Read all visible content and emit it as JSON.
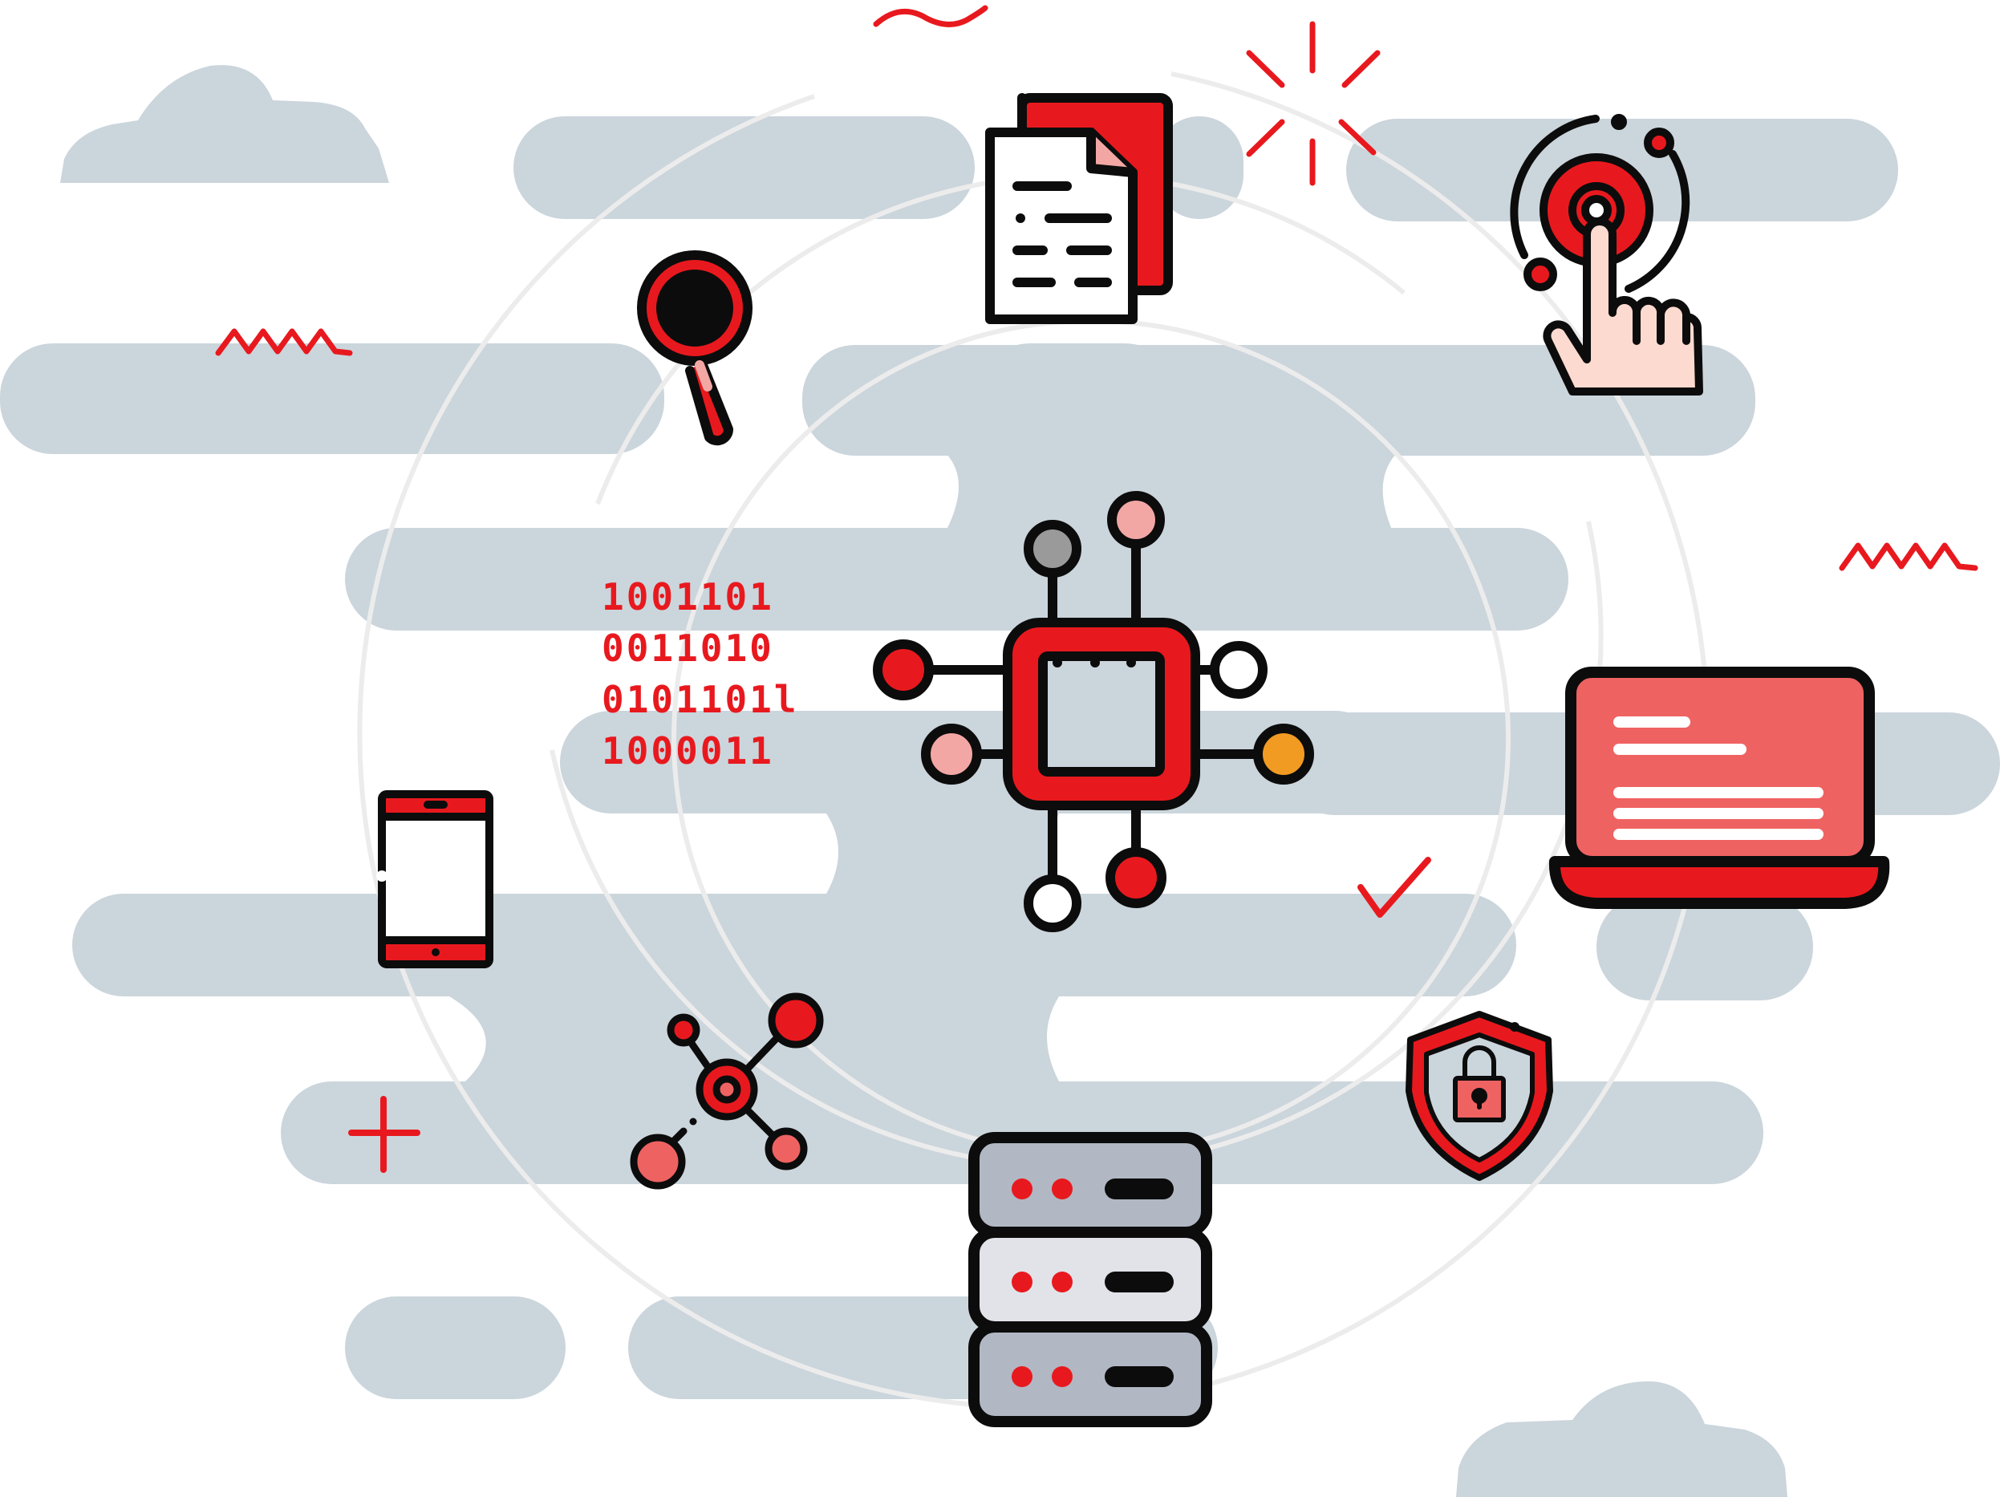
{
  "illustration": {
    "binary_rows": [
      "1001101",
      "0011010",
      "0101101l",
      "1000011"
    ],
    "icons": [
      "document-stack-icon",
      "magnifier-icon",
      "touch-target-icon",
      "microchip-network-icon",
      "smartphone-icon",
      "laptop-icon",
      "molecule-network-icon",
      "security-shield-icon",
      "server-rack-icon",
      "checkmark-icon",
      "plus-icon",
      "sparkle-icon"
    ],
    "colors": {
      "accent": "#e8191e",
      "accent_light": "#ef6262",
      "pink": "#f2a7a5",
      "cloud": "#cbd5dc",
      "outline": "#0c0c0c",
      "ring": "#ececec",
      "orange": "#f29b22"
    }
  }
}
